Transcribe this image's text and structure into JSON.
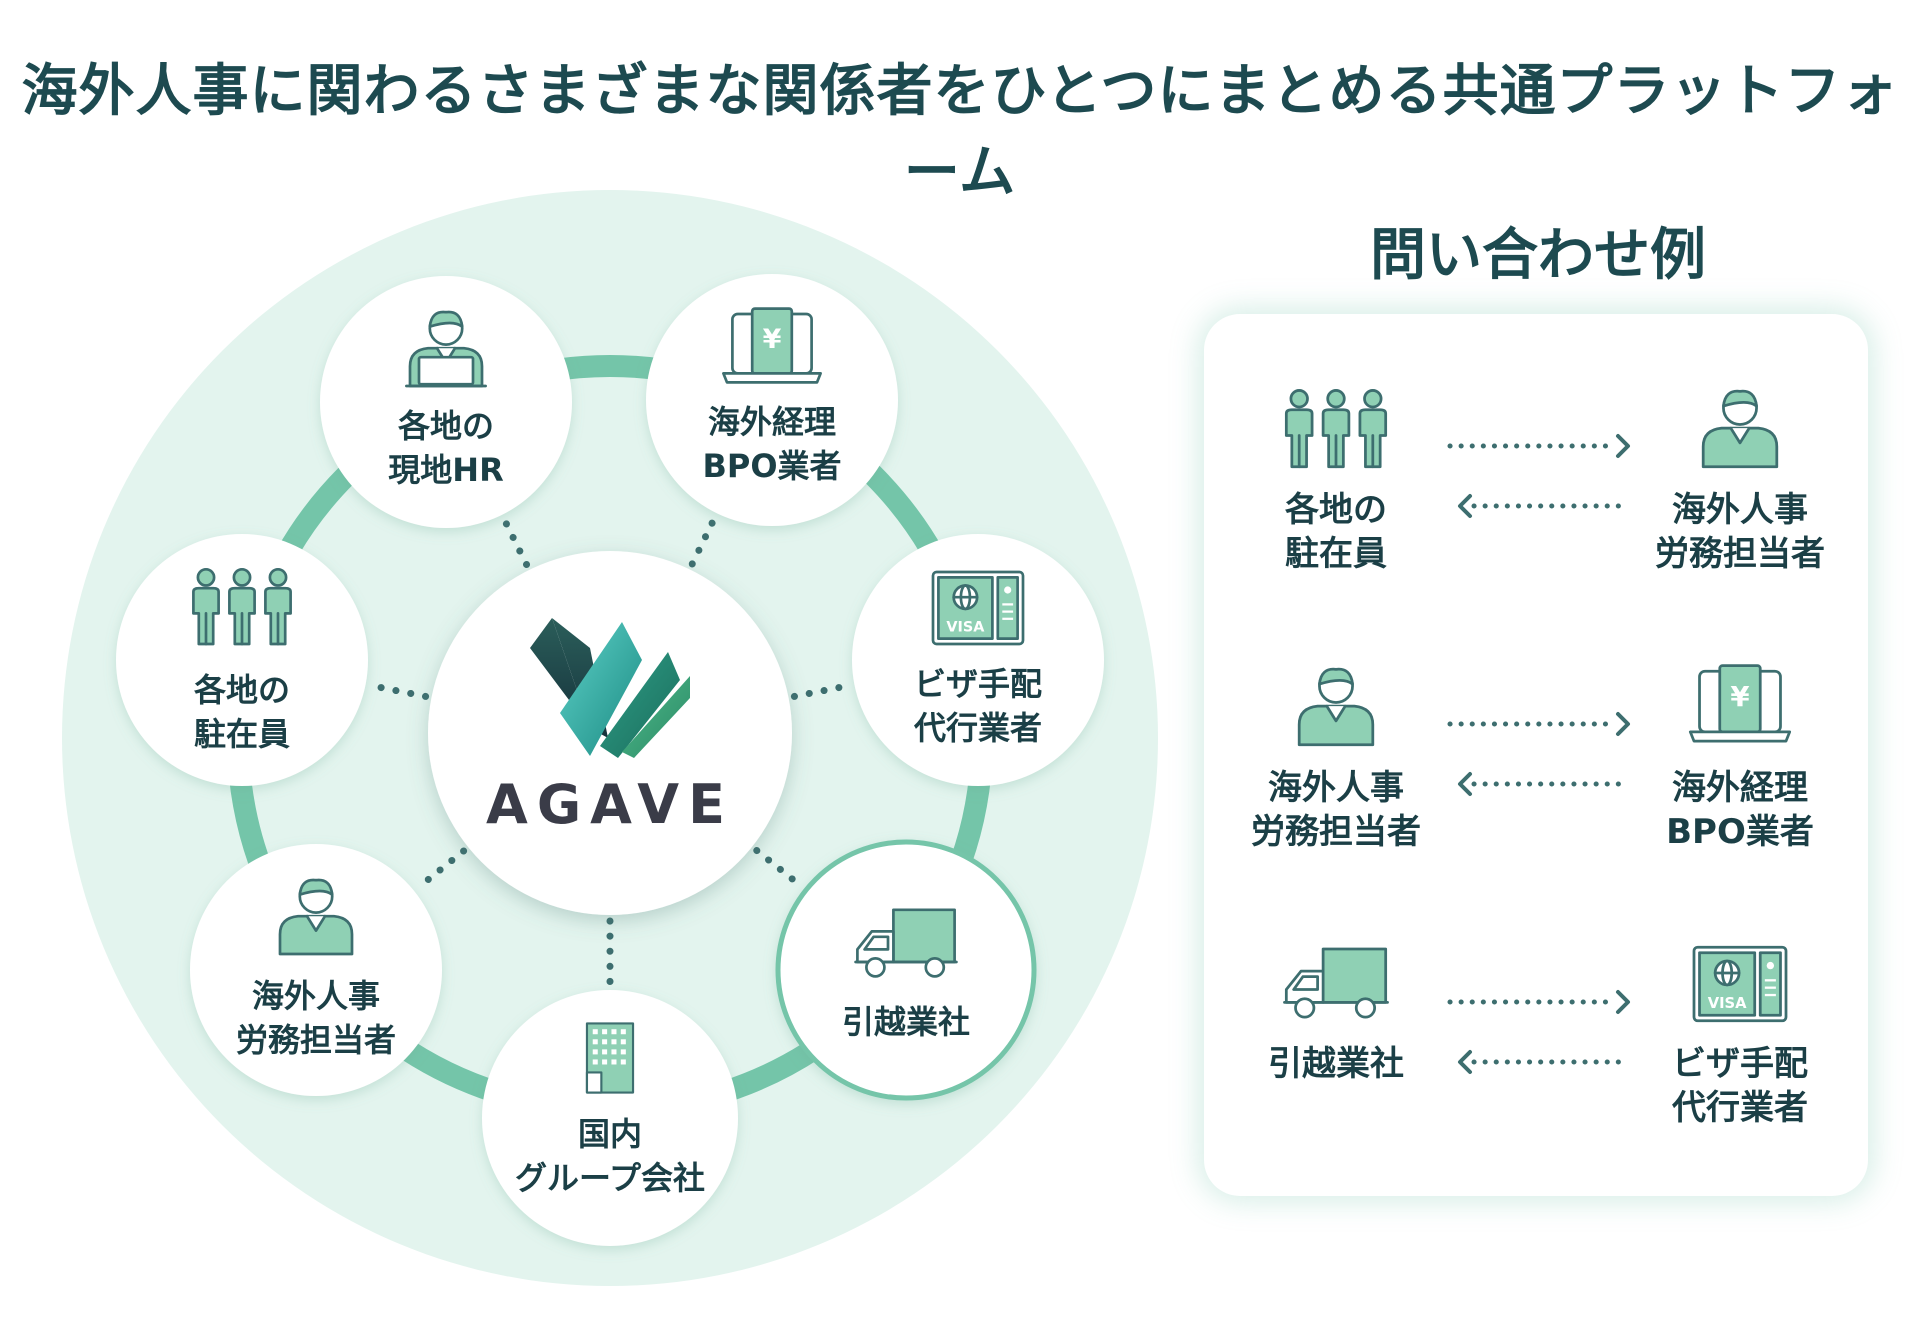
{
  "title": "海外人事に関わるさまざまな関係者をひとつにまとめる共通プラットフォーム",
  "colors": {
    "halo": "#e3f4ee",
    "ring": "#74c5a9",
    "node_border": "#74c5a9",
    "icon_stroke": "#3d6e6f",
    "icon_fill": "#8fd0b4",
    "text": "#1b3f46"
  },
  "center": {
    "logo_text": "AGAVE",
    "logo_icon": "agave-leaf-logo"
  },
  "nodes": [
    {
      "id": "local-hr",
      "icon": "person-laptop-icon",
      "lines": [
        "各地の",
        "現地HR"
      ]
    },
    {
      "id": "bpo",
      "icon": "laptop-yen-icon",
      "lines": [
        "海外経理",
        "BPO業者"
      ]
    },
    {
      "id": "visa",
      "icon": "visa-passport-icon",
      "lines": [
        "ビザ手配",
        "代行業者"
      ]
    },
    {
      "id": "moving",
      "icon": "truck-icon",
      "lines": [
        "引越業社"
      ]
    },
    {
      "id": "domestic-group",
      "icon": "building-icon",
      "lines": [
        "国内",
        "グループ会社"
      ]
    },
    {
      "id": "hr-labor",
      "icon": "person-icon",
      "lines": [
        "海外人事",
        "労務担当者"
      ]
    },
    {
      "id": "expats",
      "icon": "people-group-icon",
      "lines": [
        "各地の",
        "駐在員"
      ]
    }
  ],
  "inquiry": {
    "title": "問い合わせ例",
    "rows": [
      {
        "left": {
          "icon": "people-group-icon",
          "lines": [
            "各地の",
            "駐在員"
          ]
        },
        "right": {
          "icon": "person-icon",
          "lines": [
            "海外人事",
            "労務担当者"
          ]
        }
      },
      {
        "left": {
          "icon": "person-icon",
          "lines": [
            "海外人事",
            "労務担当者"
          ]
        },
        "right": {
          "icon": "laptop-yen-icon",
          "lines": [
            "海外経理",
            "BPO業者"
          ]
        }
      },
      {
        "left": {
          "icon": "truck-icon",
          "lines": [
            "引越業社"
          ]
        },
        "right": {
          "icon": "visa-passport-icon",
          "lines": [
            "ビザ手配",
            "代行業者"
          ]
        }
      }
    ]
  },
  "icon_text": {
    "yen": "¥",
    "visa": "VISA"
  }
}
